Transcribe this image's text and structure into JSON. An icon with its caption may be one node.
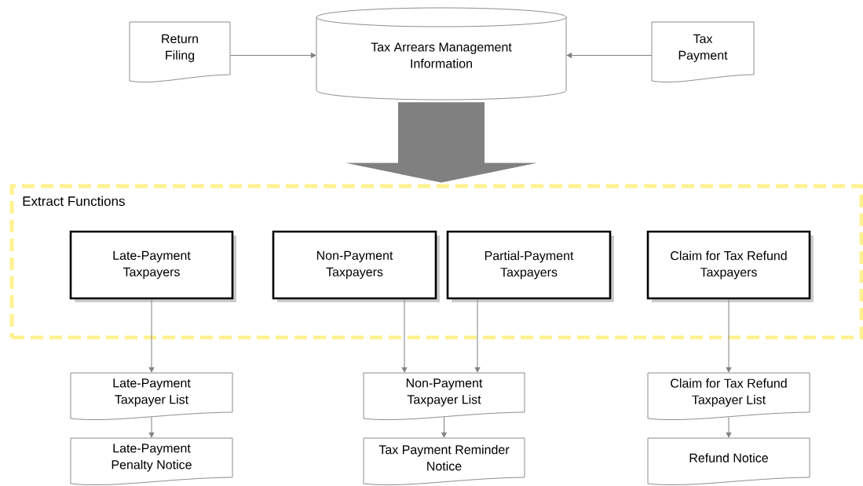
{
  "diagram": {
    "nodes": [
      {
        "text": [
          "Return Filing"
        ]
      },
      {
        "text": [
          "Tax Arrears Management Information"
        ]
      },
      {
        "text": [
          "Tax Payment"
        ]
      },
      {
        "text": [
          "Extract Functions"
        ]
      },
      {
        "text": [
          "Late-Payment Taxpayers"
        ],
        "in": 3
      },
      {
        "text": [
          "Non-Payment Taxpayers"
        ],
        "in": 3
      },
      {
        "text": [
          "Partial-Payment Taxpayers"
        ],
        "in": 3
      },
      {
        "text": [
          "Claim for Tax Refund Taxpayers"
        ],
        "in": 3
      },
      {
        "text": [
          "Late-Payment Taxpayer List"
        ]
      },
      {
        "text": [
          "Late-Payment Penalty Notice"
        ]
      },
      {
        "text": [
          "Non-Payment Taxpayer List"
        ]
      },
      {
        "text": [
          "Tax Payment Reminder Notice"
        ]
      },
      {
        "text": [
          "Claim for Tax Refund Taxpayer List"
        ]
      },
      {
        "text": [
          "Refund Notice"
        ]
      }
    ],
    "edges": [
      {
        "from": 0,
        "to": 1,
        "arrow": "to"
      },
      {
        "from": 2,
        "to": 1,
        "arrow": "to"
      },
      {
        "from": 1,
        "to": 3,
        "arrow": "to",
        "style": "thick"
      },
      {
        "from": 4,
        "to": 8,
        "arrow": "to"
      },
      {
        "from": 5,
        "to": 10,
        "arrow": "to"
      },
      {
        "from": 6,
        "to": 10,
        "arrow": "to"
      },
      {
        "from": 7,
        "to": 12,
        "arrow": "to"
      },
      {
        "from": 8,
        "to": 9,
        "arrow": "to"
      },
      {
        "from": 10,
        "to": 11,
        "arrow": "to"
      },
      {
        "from": 12,
        "to": 13,
        "arrow": "to"
      }
    ]
  }
}
